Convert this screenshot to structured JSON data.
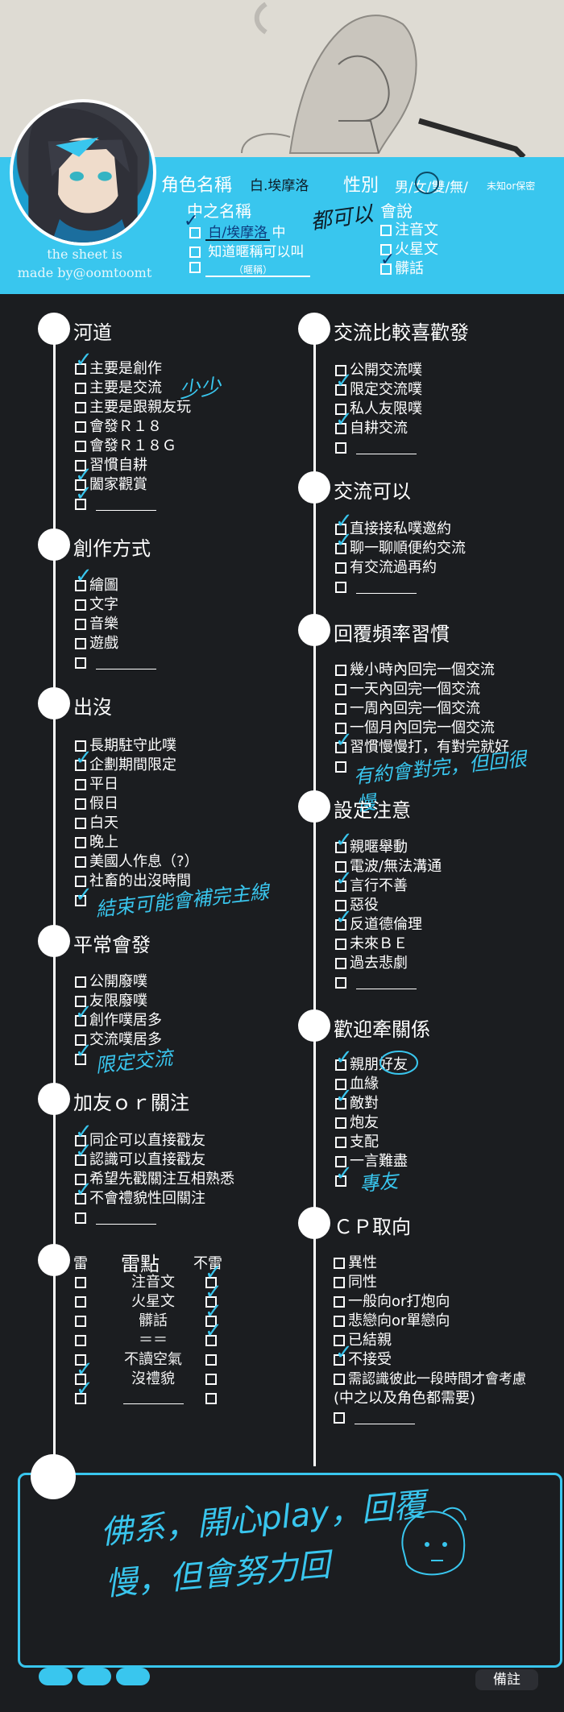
{
  "credits": {
    "line1": "the sheet is",
    "line2": "made by@oomtoomt"
  },
  "profile": {
    "name_label": "角色名稱",
    "name_value": "白.埃摩洛",
    "gender_label": "性別",
    "gender_options": "男/女/雙/無/",
    "gender_extra": "未知or保密",
    "cn_name_label": "中之名稱",
    "cn_name_value": "白/埃摩洛",
    "cn_name_suffix": "中",
    "cn_name_option2": "知道暱稱可以叫",
    "nickname_hint": "（暱稱）",
    "handwritten_all_ok": "都可以",
    "speak_label": "會說",
    "speak_options": [
      "注音文",
      "火星文",
      "髒話"
    ]
  },
  "sections": {
    "river": {
      "title": "河道",
      "options": [
        "主要是創作",
        "主要是交流",
        "主要是跟親友玩",
        "會發Ｒ１８",
        "會發Ｒ１８Ｇ",
        "習慣自耕",
        "闔家觀賞"
      ],
      "note": "少少"
    },
    "creation": {
      "title": "創作方式",
      "options": [
        "繪圖",
        "文字",
        "音樂",
        "遊戲"
      ]
    },
    "appear": {
      "title": "出沒",
      "options": [
        "長期駐守此噗",
        "企劃期間限定",
        "平日",
        "假日",
        "白天",
        "晚上",
        "美國人作息（?）",
        "社畜的出沒時間"
      ],
      "note": "結束可能會補完主線"
    },
    "usual_post": {
      "title": "平常會發",
      "options": [
        "公開廢噗",
        "友限廢噗",
        "創作噗居多",
        "交流噗居多"
      ],
      "note": "限定交流"
    },
    "friend": {
      "title": "加友ｏｒ關注",
      "options": [
        "同企可以直接戳友",
        "認識可以直接戳友",
        "希望先戳關注互相熟悉",
        "不會禮貌性回關注"
      ]
    },
    "prefer_post": {
      "title": "交流比較喜歡發",
      "options": [
        "公開交流噗",
        "限定交流噗",
        "私人友限噗",
        "自耕交流"
      ]
    },
    "interact_ok": {
      "title": "交流可以",
      "options": [
        "直接接私噗邀約",
        "聊一聊順便約交流",
        "有交流過再約"
      ]
    },
    "reply": {
      "title": "回覆頻率習慣",
      "options": [
        "幾小時內回完一個交流",
        "一天內回完一個交流",
        "一周內回完一個交流",
        "一個月內回完一個交流",
        "習慣慢慢打，有對完就好"
      ],
      "note": "有約會對完，但回很慢"
    },
    "setting": {
      "title": "設定注意",
      "options": [
        "親暱舉動",
        "電波/無法溝通",
        "言行不善",
        "惡役",
        "反道德倫理",
        "未來ＢＥ",
        "過去悲劇"
      ]
    },
    "relation": {
      "title": "歡迎牽關係",
      "options": [
        "親朋好友",
        "血緣",
        "敵對",
        "炮友",
        "支配",
        "一言難盡"
      ],
      "note": "專友"
    },
    "cp": {
      "title": "ＣＰ取向",
      "options": [
        "異性",
        "同性",
        "一般向or打炮向",
        "悲戀向or單戀向",
        "已結親",
        "不接受",
        "需認識彼此一段時間才會考慮",
        "(中之以及角色都需要)"
      ]
    }
  },
  "mines": {
    "title": "雷點",
    "left_header": "雷",
    "right_header": "不雷",
    "items": [
      "注音文",
      "火星文",
      "髒話",
      "＝＝",
      "不讀空氣",
      "沒禮貌"
    ]
  },
  "notes": {
    "text": "佛系，開心play，回覆慢，但會努力回"
  },
  "footer": {
    "remark_tab": "備註"
  },
  "colors": {
    "accent": "#39c6ee",
    "background": "#1b1d20",
    "header_top": "#dedbd3"
  }
}
